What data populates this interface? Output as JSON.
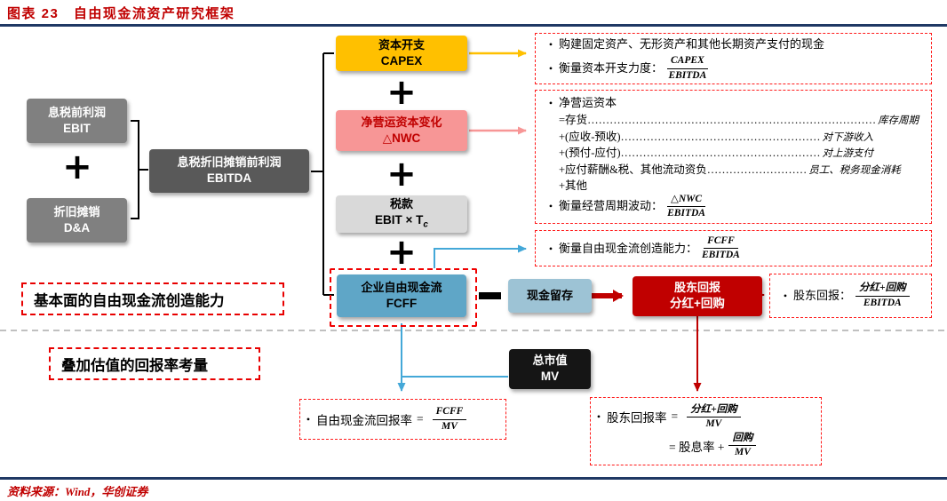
{
  "meta": {
    "title": "图表 23　自由现金流资产研究框架",
    "source": "资料来源：Wind，华创证券"
  },
  "symbols": {
    "plus": "+",
    "minus": "−",
    "bullet": "•"
  },
  "colors": {
    "title_red": "#C00000",
    "rule_navy": "#1F3864",
    "box_gray": "#808080",
    "box_dark_gray": "#595959",
    "box_yellow": "#FFC000",
    "box_pink": "#F79696",
    "box_light_gray": "#D9D9D9",
    "box_steel_blue": "#5FA6C7",
    "box_light_blue": "#9DC3D5",
    "box_red": "#C00000",
    "box_black": "#151515",
    "dashed_red": "#FF1A1A",
    "connector_blue": "#44A8D8"
  },
  "ebitda_group": {
    "ebit": {
      "cn": "息税前利润",
      "en": "EBIT"
    },
    "da": {
      "cn": "折旧摊销",
      "en": "D&A"
    },
    "ebitda": {
      "cn": "息税折旧摊销前利润",
      "en": "EBITDA"
    }
  },
  "fcff_column": {
    "capex": {
      "cn": "资本开支",
      "en": "CAPEX"
    },
    "nwc": {
      "cn": "净营运资本变化",
      "en": "△NWC"
    },
    "tax": {
      "cn": "税款",
      "en_main": "EBIT × T",
      "en_sub": "c"
    },
    "fcff": {
      "cn": "企业自由现金流",
      "en": "FCFF"
    },
    "cash_retained": "现金留存",
    "shareholder": {
      "line1": "股东回报",
      "line2": "分红+回购"
    }
  },
  "notes": {
    "capex_note": {
      "line1": "购建固定资产、无形资产和其他长期资产支付的现金",
      "line2_label": "衡量资本开支力度：",
      "frac": {
        "num": "CAPEX",
        "den": "EBITDA"
      }
    },
    "nwc_note": {
      "title": "净营运资本",
      "rows": [
        {
          "left": "=存货",
          "dots": "……………………………………………………………………",
          "right": "库存周期"
        },
        {
          "left": "+(应收-预收)",
          "dots": "………………………………………………",
          "right": "对下游收入"
        },
        {
          "left": "+(预付-应付)",
          "dots": "………………………………………………",
          "right": "对上游支付"
        },
        {
          "left": "+应付薪酬&税、其他流动资负",
          "dots": "………………………",
          "right": "员工、税务现金消耗"
        },
        {
          "left": "+其他",
          "dots": "",
          "right": ""
        }
      ],
      "line2_label": "衡量经营周期波动：",
      "frac": {
        "num": "△NWC",
        "den": "EBITDA"
      }
    },
    "fcff_note": {
      "label": "衡量自由现金流创造能力：",
      "frac": {
        "num": "FCFF",
        "den": "EBITDA"
      }
    },
    "shareholder_note": {
      "label": "股东回报：",
      "frac": {
        "num": "分红+回购",
        "den": "EBITDA"
      }
    }
  },
  "sections": {
    "fundamental": "基本面的自由现金流创造能力",
    "valuation": "叠加估值的回报率考量"
  },
  "mv": {
    "cn": "总市值",
    "en": "MV"
  },
  "formulas": {
    "fcff_yield": {
      "label": "自由现金流回报率",
      "eq": "=",
      "frac": {
        "num": "FCFF",
        "den": "MV"
      }
    },
    "shareholder_yield": {
      "label": "股东回报率",
      "eq": "=",
      "frac1": {
        "num": "分红+回购",
        "den": "MV"
      },
      "line2_pre": "= 股息率 +",
      "frac2": {
        "num": "回购",
        "den": "MV"
      }
    }
  }
}
